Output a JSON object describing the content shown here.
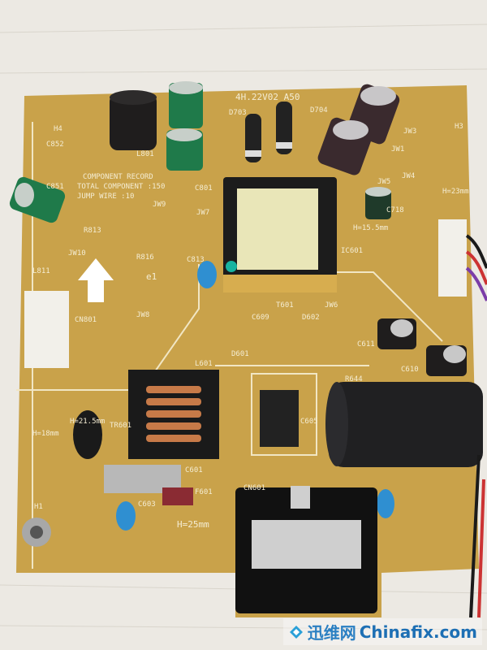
{
  "board": {
    "model": "4H.22V02 A50",
    "record_title": "COMPONENT RECORD",
    "record_total": "TOTAL COMPONENT :150",
    "record_jump": "JUMP WIRE :10",
    "e_mark": "e1"
  },
  "labels": {
    "h4": "H4",
    "c852": "C852",
    "c851": "C851",
    "l801": "L801",
    "c801": "C801",
    "jw9": "JW9",
    "jw7": "JW7",
    "r813": "R813",
    "jw10": "JW10",
    "l811": "L811",
    "r816": "R816",
    "c813": "C813",
    "cn801": "CN801",
    "jw8": "JW8",
    "t601": "T601",
    "c609": "C609",
    "d601": "D601",
    "d602": "D602",
    "jw6": "JW6",
    "ic601": "IC601",
    "d703": "D703",
    "d704": "D704",
    "jw3": "JW3",
    "jw1": "JW1",
    "jw4": "JW4",
    "jw5": "JW5",
    "c718": "C718",
    "h3": "H3",
    "h23": "H=23mm",
    "h155": "H=15.5mm",
    "c611": "C611",
    "c610": "C610",
    "l601": "L601",
    "r644": "R644",
    "c605": "C605",
    "tr601": "TR601",
    "h215": "H=21.5mm",
    "h18": "H=18mm",
    "c601": "C601",
    "c603": "C603",
    "f601": "F601",
    "h25": "H=25mm",
    "h1": "H1",
    "cn601": "CN601"
  },
  "watermark": {
    "brand": "迅维网",
    "site": "Chinafix.com"
  }
}
